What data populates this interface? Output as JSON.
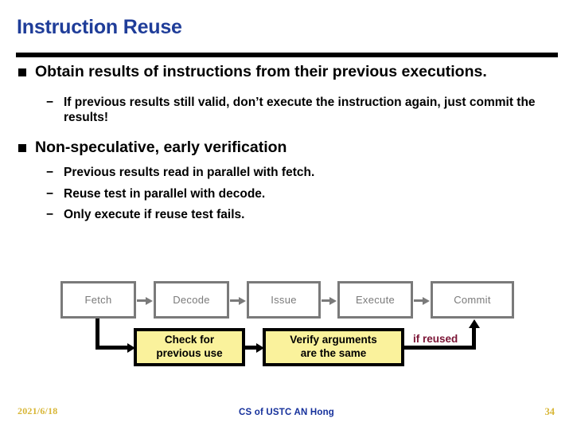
{
  "slide": {
    "title": "Instruction Reuse",
    "title_color": "#1F3D99",
    "rule_color": "#000000",
    "background": "#ffffff"
  },
  "body": {
    "bullets": [
      {
        "level": 1,
        "marker": "filled-square",
        "text": "Obtain results of instructions from their previous executions."
      },
      {
        "level": 2,
        "marker": "−",
        "text": "If previous results still valid, don’t execute the instruction again, just commit the results!"
      },
      {
        "level": 1,
        "marker": "filled-square",
        "text": "Non-speculative, early verification"
      },
      {
        "level": 2,
        "marker": "−",
        "text": "Previous results read in parallel with fetch."
      },
      {
        "level": 2,
        "marker": "−",
        "text": "Reuse test in parallel with decode."
      },
      {
        "level": 2,
        "marker": "−",
        "text": " Only execute if reuse test fails."
      }
    ]
  },
  "diagram": {
    "type": "pipeline-flow",
    "pipeline_stages": [
      {
        "label": "Fetch"
      },
      {
        "label": "Decode"
      },
      {
        "label": "Issue"
      },
      {
        "label": "Execute"
      },
      {
        "label": "Commit"
      }
    ],
    "stage_border_color": "#7A7A7A",
    "stage_text_color": "#7A7A7A",
    "reuse_boxes": [
      {
        "line1": "Check for",
        "line2": "previous use"
      },
      {
        "line1": "Verify arguments",
        "line2": "are the same"
      }
    ],
    "reuse_box_fill": "#FAF29C",
    "reuse_box_border": "#000000",
    "annotation": {
      "label": "if reused",
      "color": "#7B1435"
    }
  },
  "footer": {
    "date": "2021/6/18",
    "center": "CS of USTC AN Hong",
    "page": "34",
    "date_color": "#D8B636",
    "center_color": "#15309B"
  }
}
